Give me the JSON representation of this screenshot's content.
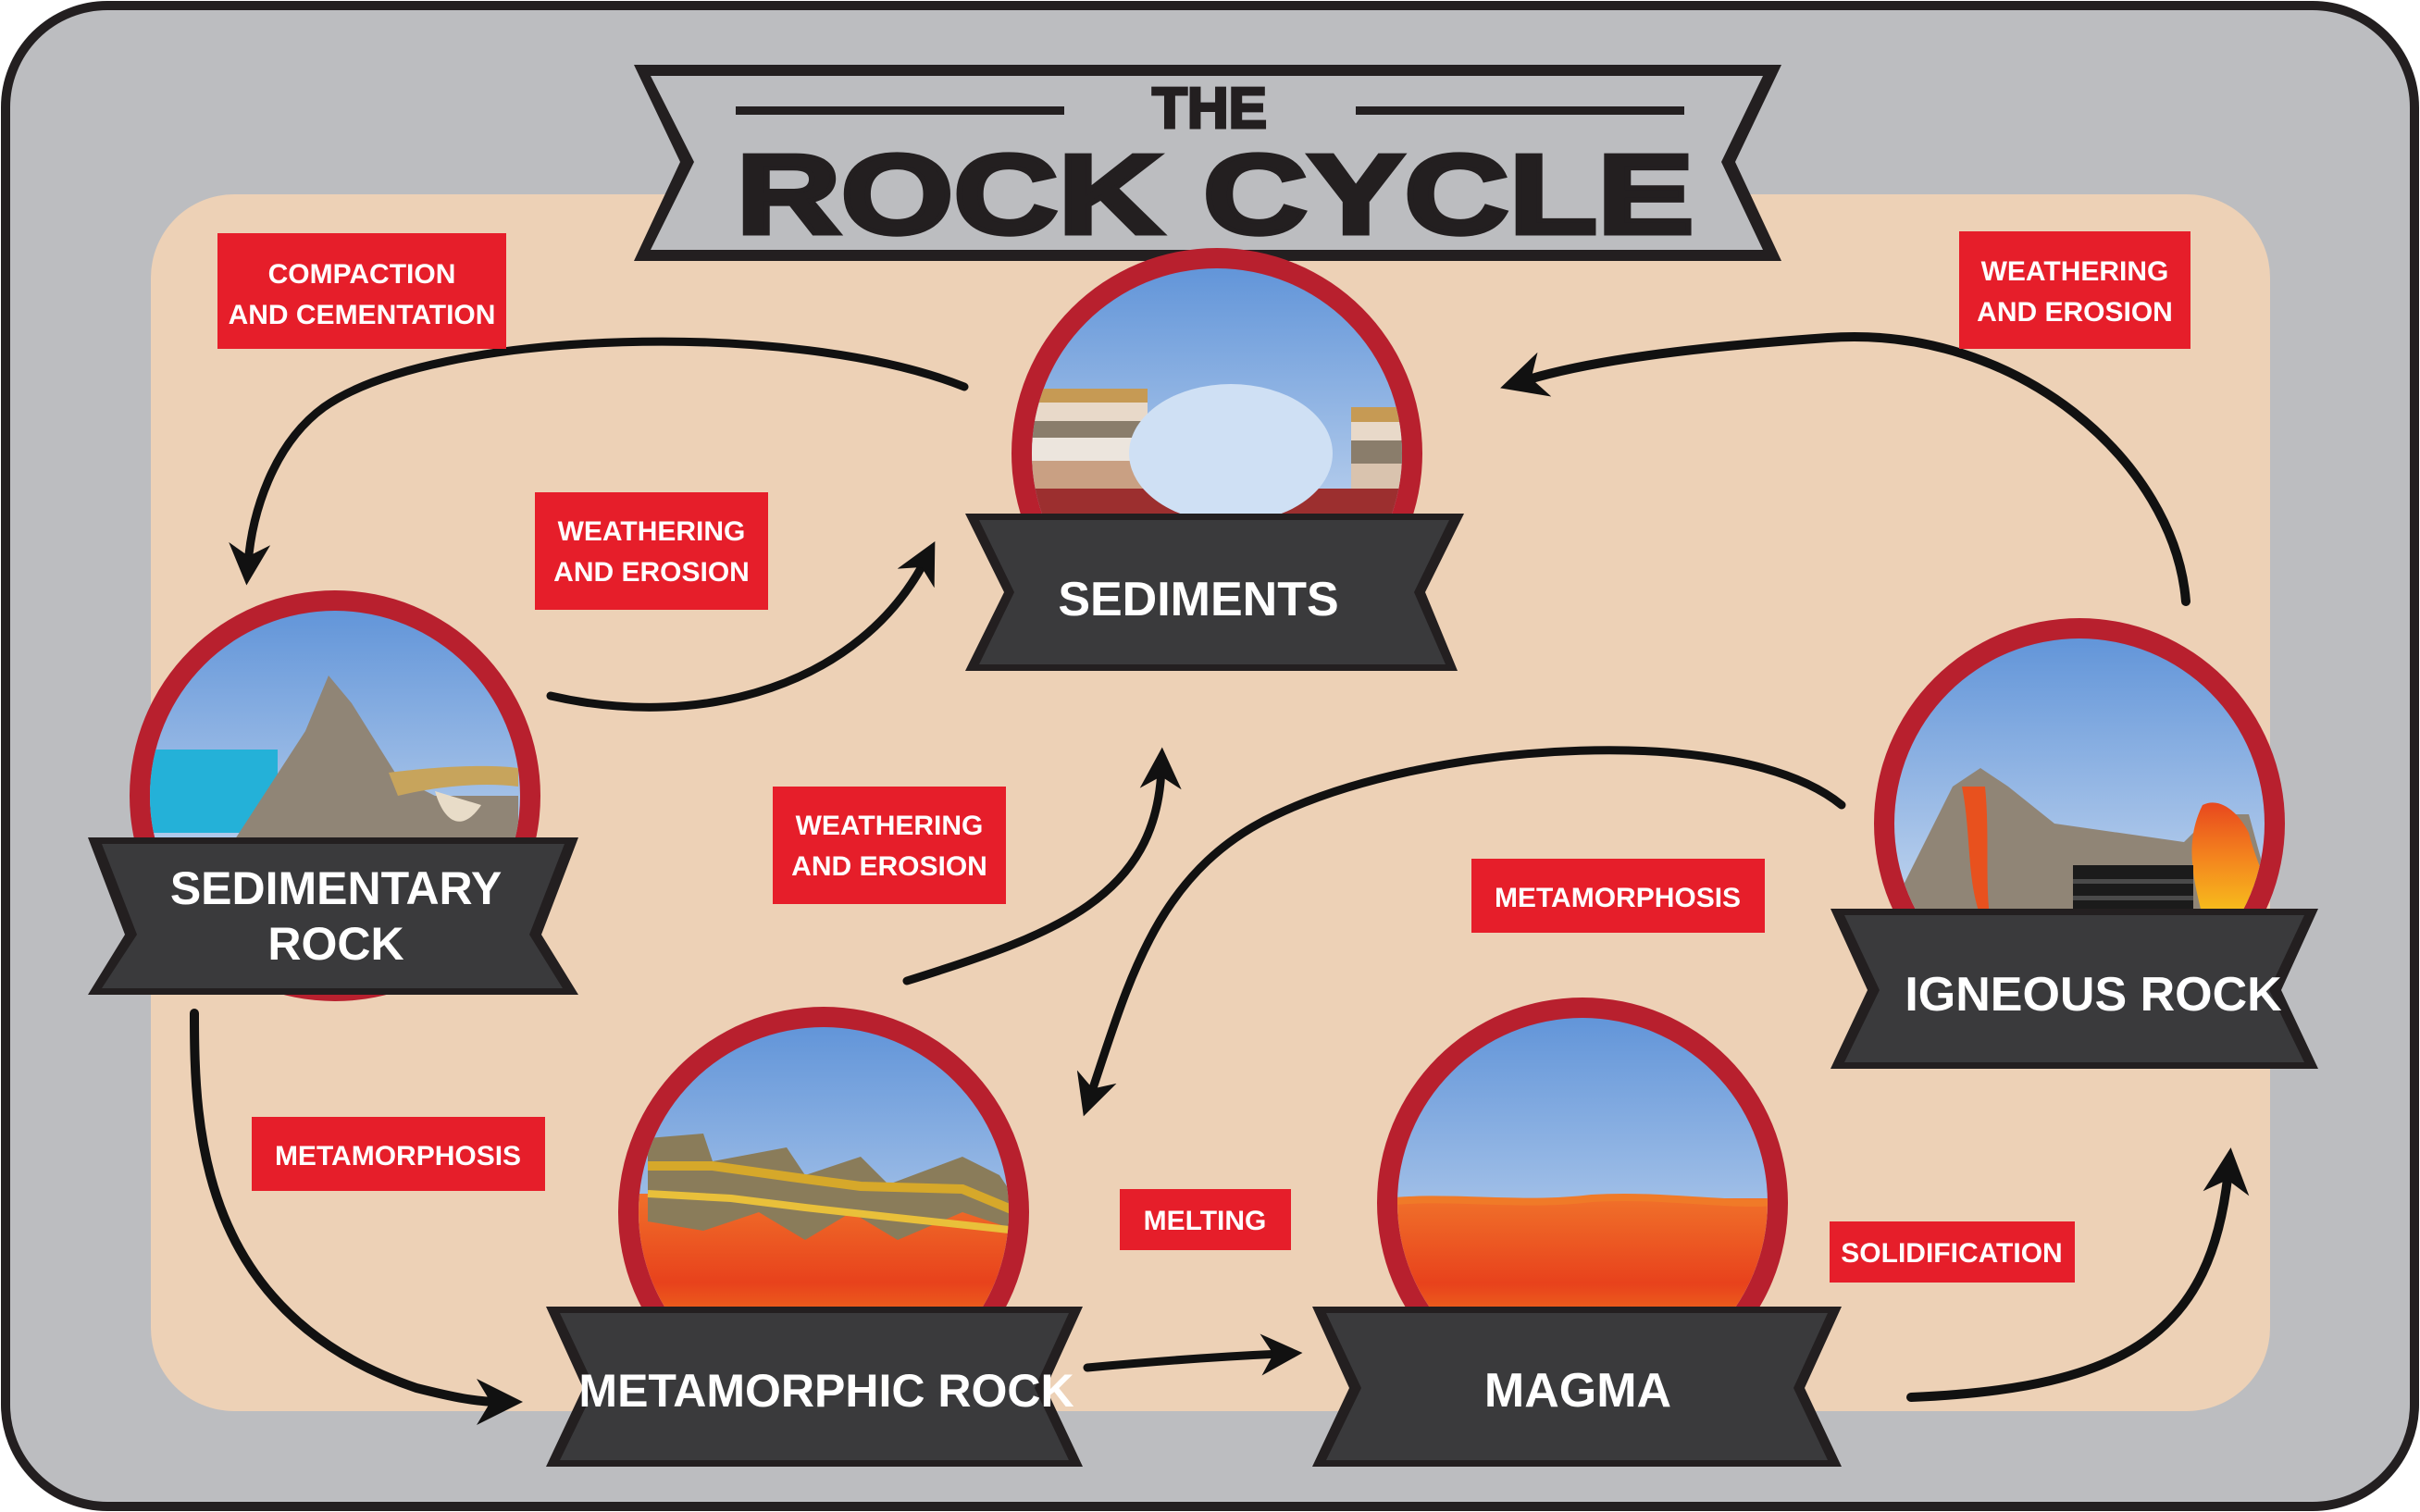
{
  "title": {
    "line1": "THE",
    "line2": "ROCK CYCLE"
  },
  "stages": {
    "sediments": "SEDIMENTS",
    "sedimentary_line1": "SEDIMENTARY",
    "sedimentary_line2": "ROCK",
    "igneous": "IGNEOUS ROCK",
    "metamorphic": "METAMORPHIC ROCK",
    "magma": "MAGMA"
  },
  "processes": {
    "compaction_line1": "COMPACTION",
    "compaction_line2": "AND CEMENTATION",
    "weathering_a_line1": "WEATHERING",
    "weathering_a_line2": "AND EROSION",
    "weathering_b_line1": "WEATHERING",
    "weathering_b_line2": "AND EROSION",
    "weathering_c_line1": "WEATHERING",
    "weathering_c_line2": "AND EROSION",
    "metamorphosis_a": "METAMORPHOSIS",
    "metamorphosis_b": "METAMORPHOSIS",
    "melting": "MELTING",
    "solidification": "SOLIDIFICATION"
  },
  "colors": {
    "frame_fill": "#bcbdc0",
    "frame_stroke": "#231f20",
    "panel": "#edd1b6",
    "ring": "#b8202e",
    "label_box": "#e61e2a",
    "banner": "#3a3a3c",
    "arrow": "#111111",
    "sky_top": "#6f9fdc",
    "sky_bottom": "#dfe9f6"
  }
}
